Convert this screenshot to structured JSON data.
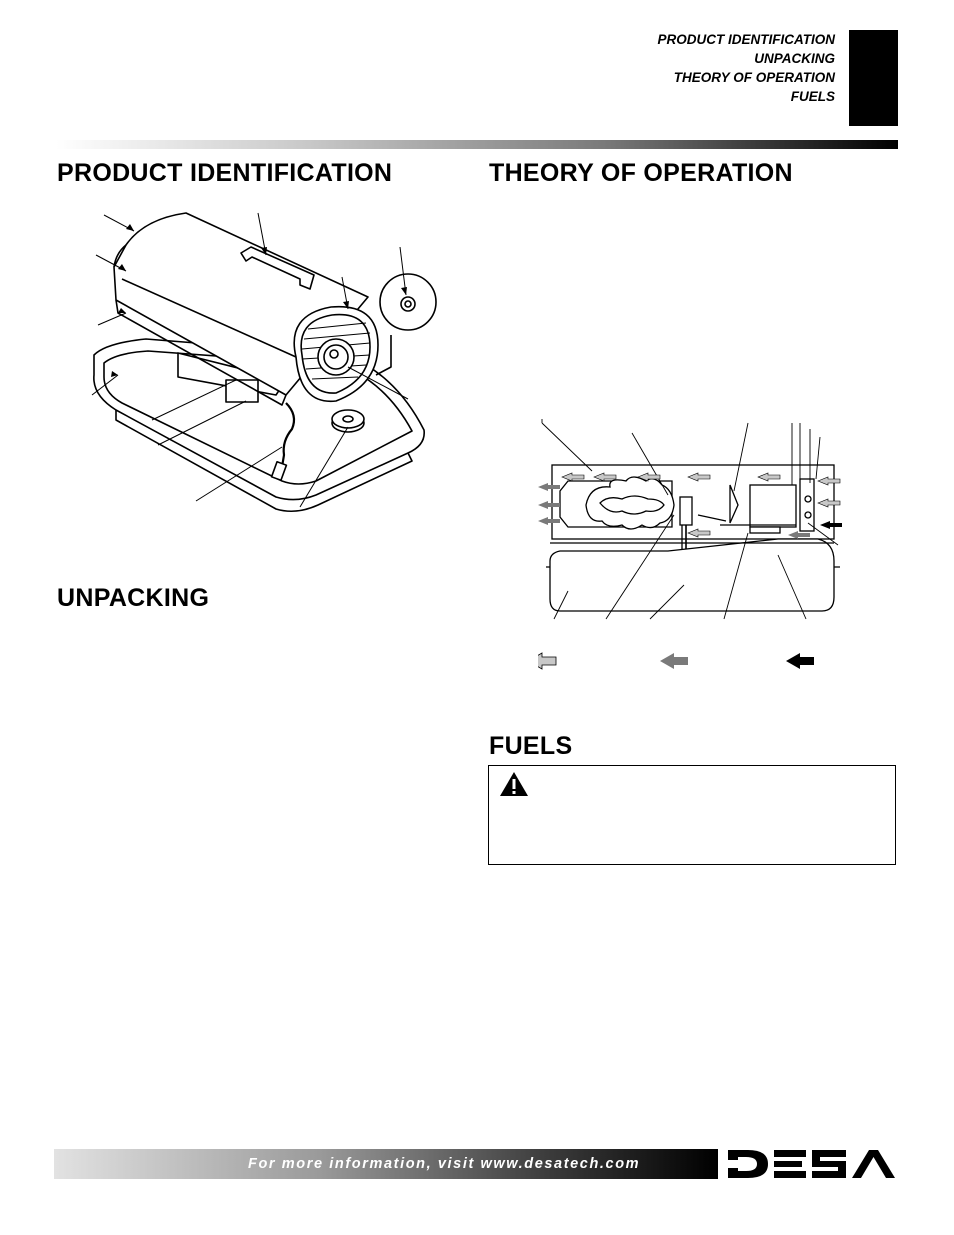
{
  "header": {
    "nav": [
      "PRODUCT IDENTIFICATION",
      "UNPACKING",
      "THEORY OF OPERATION",
      "FUELS"
    ]
  },
  "sections": {
    "product_identification": "PRODUCT IDENTIFICATION",
    "unpacking": "UNPACKING",
    "theory_of_operation": "THEORY OF OPERATION",
    "fuels": "FUELS"
  },
  "icons": {
    "warning": "warning-triangle-icon",
    "logo": "desa-logo"
  },
  "footer": {
    "text": "For more information, visit www.desatech.com",
    "logo": "DESA"
  },
  "colors": {
    "ink": "#000000",
    "light_arrow": "#c8c8c8",
    "mid_arrow": "#7a7a7a",
    "dark_arrow": "#000000"
  }
}
